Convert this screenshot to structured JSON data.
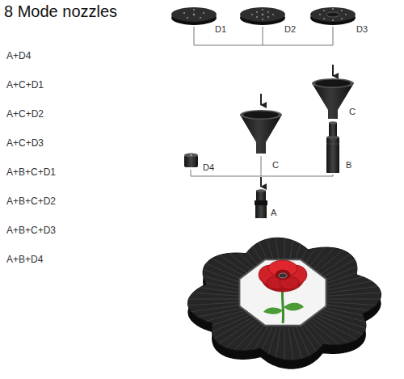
{
  "diagram": {
    "title": "8 Mode nozzles",
    "labels": [
      "A+D4",
      "A+C+D1",
      "A+C+D2",
      "A+C+D3",
      "A+B+C+D1",
      "A+B+C+D2",
      "A+B+C+D3",
      "A+B+D4",
      "D1",
      "D2",
      "D3",
      "C",
      "C",
      "B",
      "D4",
      "A"
    ]
  }
}
